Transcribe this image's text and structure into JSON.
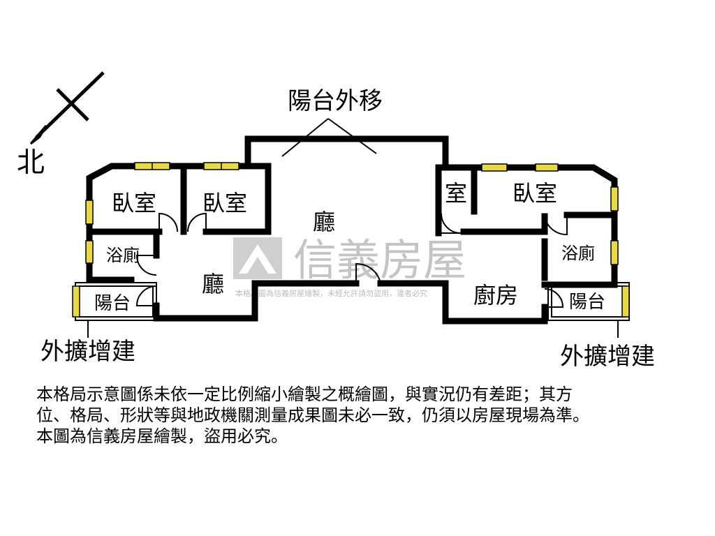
{
  "compass": {
    "north_label": "北"
  },
  "annotations": {
    "balcony_moved": "陽台外移",
    "extension_left": "外擴增建",
    "extension_right": "外擴增建"
  },
  "rooms": {
    "bedroom_1": "臥室",
    "bedroom_2": "臥室",
    "bedroom_3": "臥室",
    "small_room": "室",
    "bath_left": "浴廁",
    "bath_right": "浴廁",
    "balcony_left": "陽台",
    "balcony_right": "陽台",
    "hall_center": "廳",
    "hall_left": "廳",
    "kitchen": "廚房"
  },
  "watermark": {
    "brand": "信義房屋",
    "notice": "本格局圖為信義房屋繪製，未經允許請勿盜用，違者必究"
  },
  "disclaimer": {
    "line1": "本格局示意圖係未依一定比例縮小繪製之概繪圖，與實況仍有差距；其方",
    "line2": "位、格局、形狀等與地政機關測量成果圖未必一致，仍須以房屋現場為準。",
    "line3": "本圖為信義房屋繪製，盜用必究。"
  },
  "colors": {
    "wall": "#000000",
    "window": "#e8d84a",
    "watermark": "#c8c8c8"
  }
}
